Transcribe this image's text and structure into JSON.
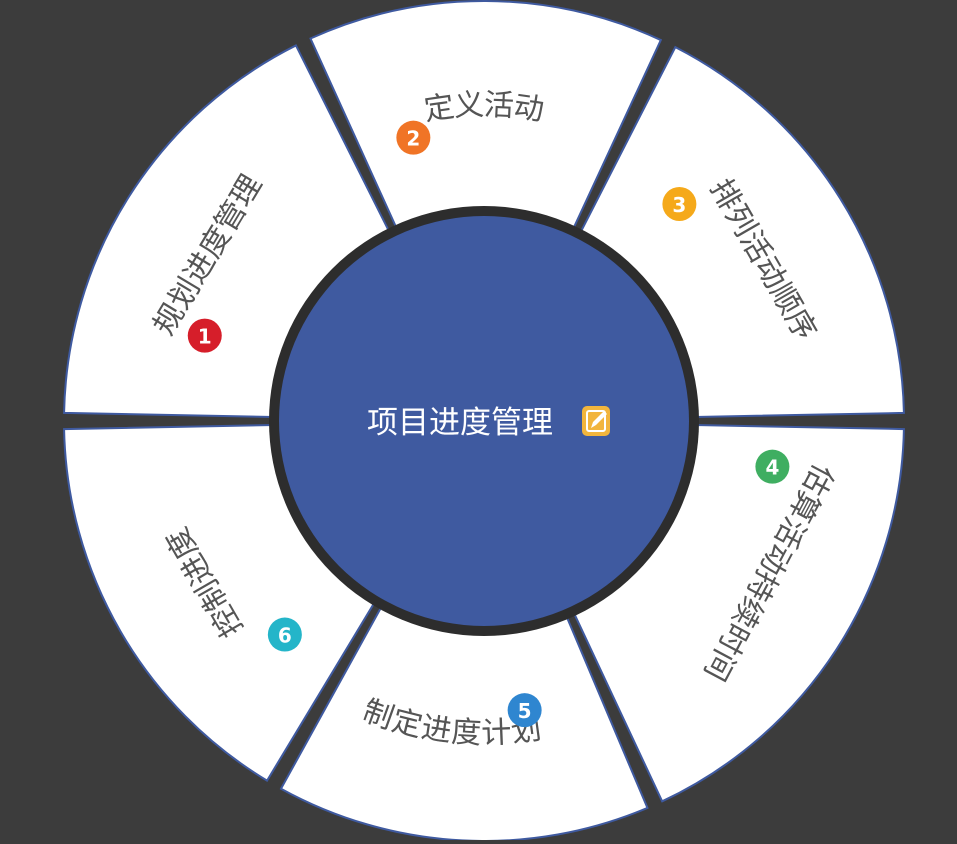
{
  "diagram": {
    "center": {
      "label": "项目进度管理",
      "icon": "edit-note-icon",
      "fill": "#3f5aa0",
      "ring": "#2d2d2d",
      "text_color": "#ffffff",
      "icon_color": "#f2b53d"
    },
    "steps": [
      {
        "number": "1",
        "label": "规划进度管理",
        "badge_color": "#d61e2a"
      },
      {
        "number": "2",
        "label": "定义活动",
        "badge_color": "#f07426"
      },
      {
        "number": "3",
        "label": "排列活动顺序",
        "badge_color": "#f5a91a"
      },
      {
        "number": "4",
        "label": "估算活动持续时间",
        "badge_color": "#3fae61"
      },
      {
        "number": "5",
        "label": "制定进度计划",
        "badge_color": "#2f86d0"
      },
      {
        "number": "6",
        "label": "控制进度",
        "badge_color": "#24b5c9"
      }
    ],
    "segment_fill": "#ffffff",
    "segment_border": "#3f5aa0",
    "text_color": "#555555"
  }
}
